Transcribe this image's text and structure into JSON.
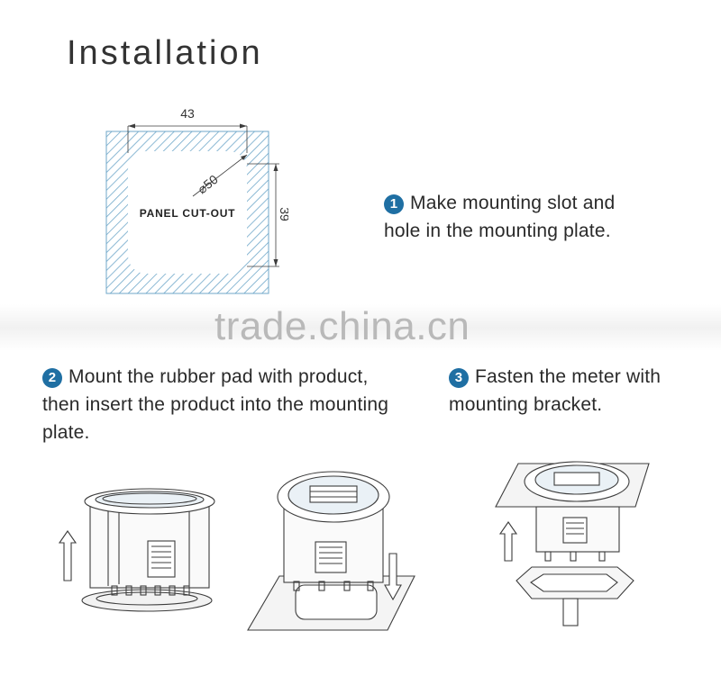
{
  "title": "Installation",
  "cutout": {
    "width_label": "43",
    "height_label": "39",
    "diameter_label": "⌀50",
    "panel_label": "PANEL CUT-OUT"
  },
  "steps": [
    {
      "number": "1",
      "line1": "Make mounting slot and",
      "line2": "hole in the mounting plate."
    },
    {
      "number": "2",
      "line1": "Mount the rubber pad with product,",
      "line2": "then insert the product into the mounting",
      "line3": "plate."
    },
    {
      "number": "3",
      "line1": "Fasten the meter with",
      "line2": "mounting bracket."
    }
  ],
  "watermark": "trade.china.cn",
  "colors": {
    "badge": "#1f6fa3",
    "line": "#3d3d3d",
    "hatch": "#6fa7c9"
  }
}
